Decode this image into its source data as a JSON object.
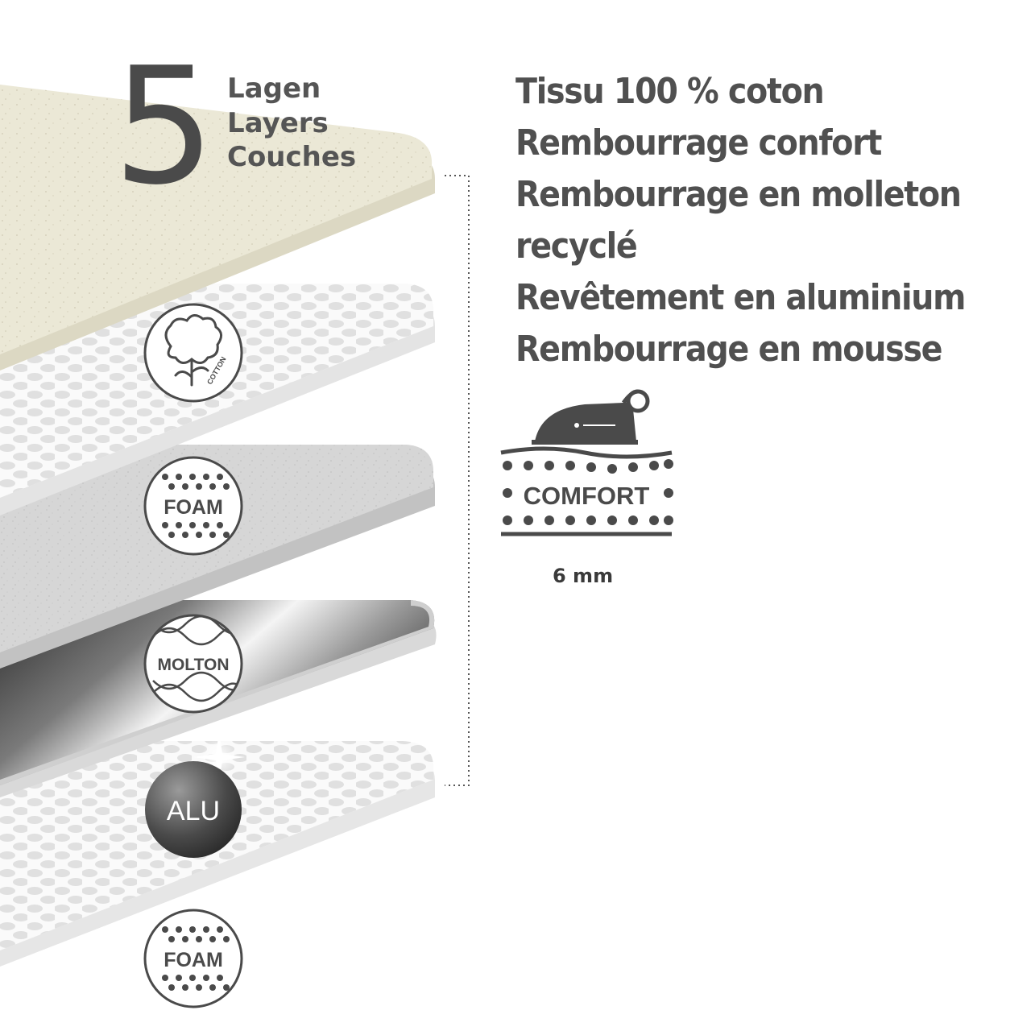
{
  "layer_count": {
    "number": "5",
    "labels": [
      "Lagen",
      "Layers",
      "Couches"
    ]
  },
  "features": [
    "Tissu 100 % coton",
    "Rembourrage confort",
    "Rembourrage en molleton",
    "recyclé",
    "Revêtement en aluminium",
    "Rembourrage en mousse"
  ],
  "badges": {
    "cotton": "COTTON",
    "foam_top": "FOAM",
    "molton": "MOLTON",
    "alu": "ALU",
    "foam_bottom": "FOAM"
  },
  "comfort": {
    "label": "COMFORT",
    "thickness": "6 mm"
  },
  "colors": {
    "text": "#505050",
    "cotton_layer": "#ebe8d6",
    "foam_layer": "#f2f2f2",
    "molton_layer": "#d8d8d8",
    "alu_layer": "#6d6d6d",
    "icon": "#4a4a4a"
  }
}
